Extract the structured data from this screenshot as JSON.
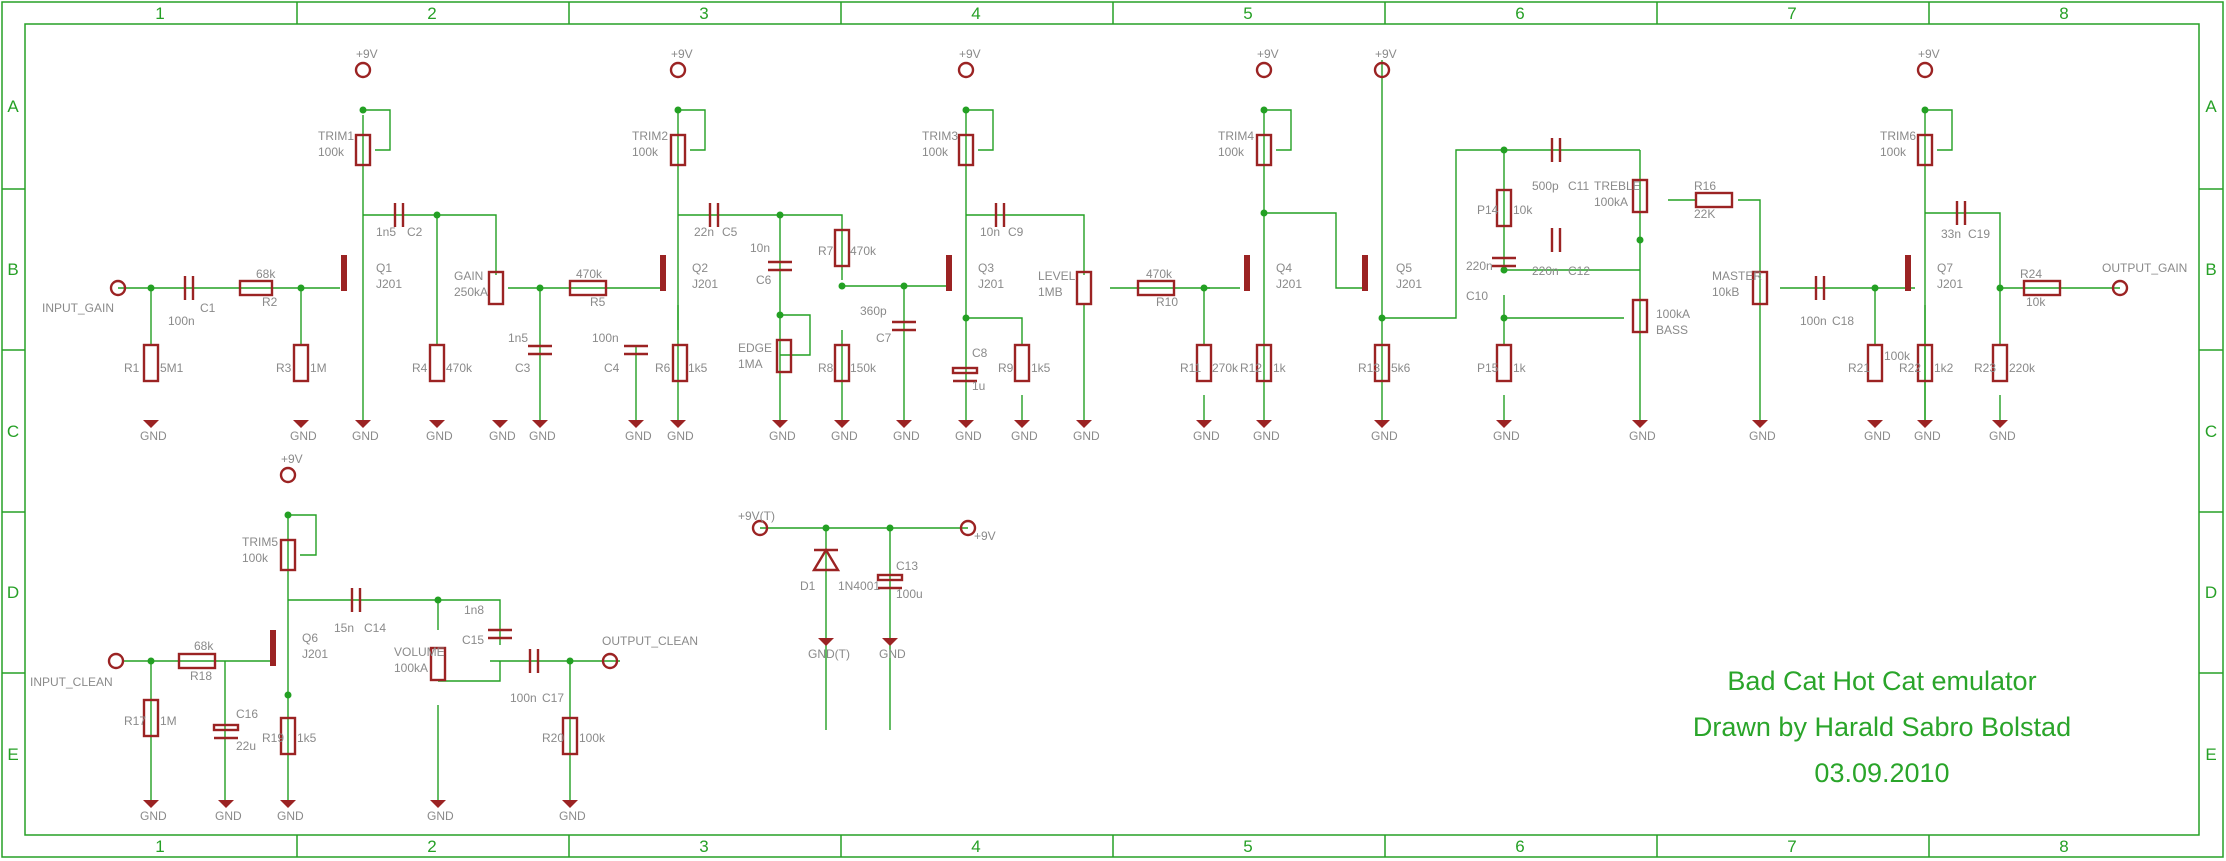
{
  "colors": {
    "frame": "#26a026",
    "wire": "#23a023",
    "part": "#9b2323",
    "label": "#8a8a8a",
    "title": "#2aa52a"
  },
  "grid": {
    "columns": [
      "1",
      "2",
      "3",
      "4",
      "5",
      "6",
      "7",
      "8"
    ],
    "rows": [
      "A",
      "B",
      "C",
      "D",
      "E"
    ]
  },
  "title_block": {
    "line1": "Bad Cat Hot Cat emulator",
    "line2": "Drawn by Harald Sabro Bolstad",
    "line3": "03.09.2010"
  },
  "texts": {
    "vcc": "+9V",
    "vcc_t": "+9V(T)",
    "gnd": "GND",
    "gnd_t": "GND(T)",
    "in_gain": "INPUT_GAIN",
    "out_gain": "OUTPUT_GAIN",
    "in_clean": "INPUT_CLEAN",
    "out_clean": "OUTPUT_CLEAN",
    "trim1": "TRIM1",
    "trim2": "TRIM2",
    "trim3": "TRIM3",
    "trim4": "TRIM4",
    "trim5": "TRIM5",
    "trim6": "TRIM6",
    "v100k": "100k",
    "v100n": "100n",
    "v1n5": "1n5",
    "v22n": "22n",
    "v10n": "10n",
    "v360p": "360p",
    "v68k": "68k",
    "v470k": "470k",
    "v5M1": "5M1",
    "v1M": "1M",
    "v1k": "1k",
    "v1k5": "1k5",
    "v1k2": "1k2",
    "v5k6": "5k6",
    "v150k": "150k",
    "v270k": "270k",
    "v220k": "220k",
    "v10k": "10k",
    "v22K": "22K",
    "v220n": "220n",
    "v500p": "500p",
    "v33n": "33n",
    "v1u": "1u",
    "v15n": "15n",
    "v1n8": "1n8",
    "v22u": "22u",
    "v100u": "100u",
    "vJ201": "J201",
    "v1N4001": "1N4001",
    "v250kA": "250kA",
    "v1MA": "1MA",
    "v1MB": "1MB",
    "v100kA": "100kA",
    "v10kB": "10kB",
    "q1": "Q1",
    "q2": "Q2",
    "q3": "Q3",
    "q4": "Q4",
    "q5": "Q5",
    "q6": "Q6",
    "q7": "Q7",
    "r1": "R1",
    "r2": "R2",
    "r3": "R3",
    "r4": "R4",
    "r5": "R5",
    "r6": "R6",
    "r7": "R7",
    "r8": "R8",
    "r9": "R9",
    "r10": "R10",
    "r11": "R11",
    "r12": "R12",
    "r13": "R13",
    "r16": "R16",
    "r17": "R17",
    "r18": "R18",
    "r19": "R19",
    "r20": "R20",
    "r21": "R21",
    "r22": "R22",
    "r23": "R23",
    "r24": "R24",
    "p14": "P14",
    "p15": "P15",
    "c1": "C1",
    "c2": "C2",
    "c3": "C3",
    "c4": "C4",
    "c5": "C5",
    "c6": "C6",
    "c7": "C7",
    "c8": "C8",
    "c9": "C9",
    "c10": "C10",
    "c11": "C11",
    "c12": "C12",
    "c13": "C13",
    "c14": "C14",
    "c15": "C15",
    "c16": "C16",
    "c17": "C17",
    "c18": "C18",
    "c19": "C19",
    "d1": "D1",
    "gain": "GAIN",
    "edge": "EDGE",
    "level": "LEVEL",
    "treble": "TREBLE",
    "bass": "BASS",
    "master": "MASTER",
    "volume": "VOLUME"
  }
}
